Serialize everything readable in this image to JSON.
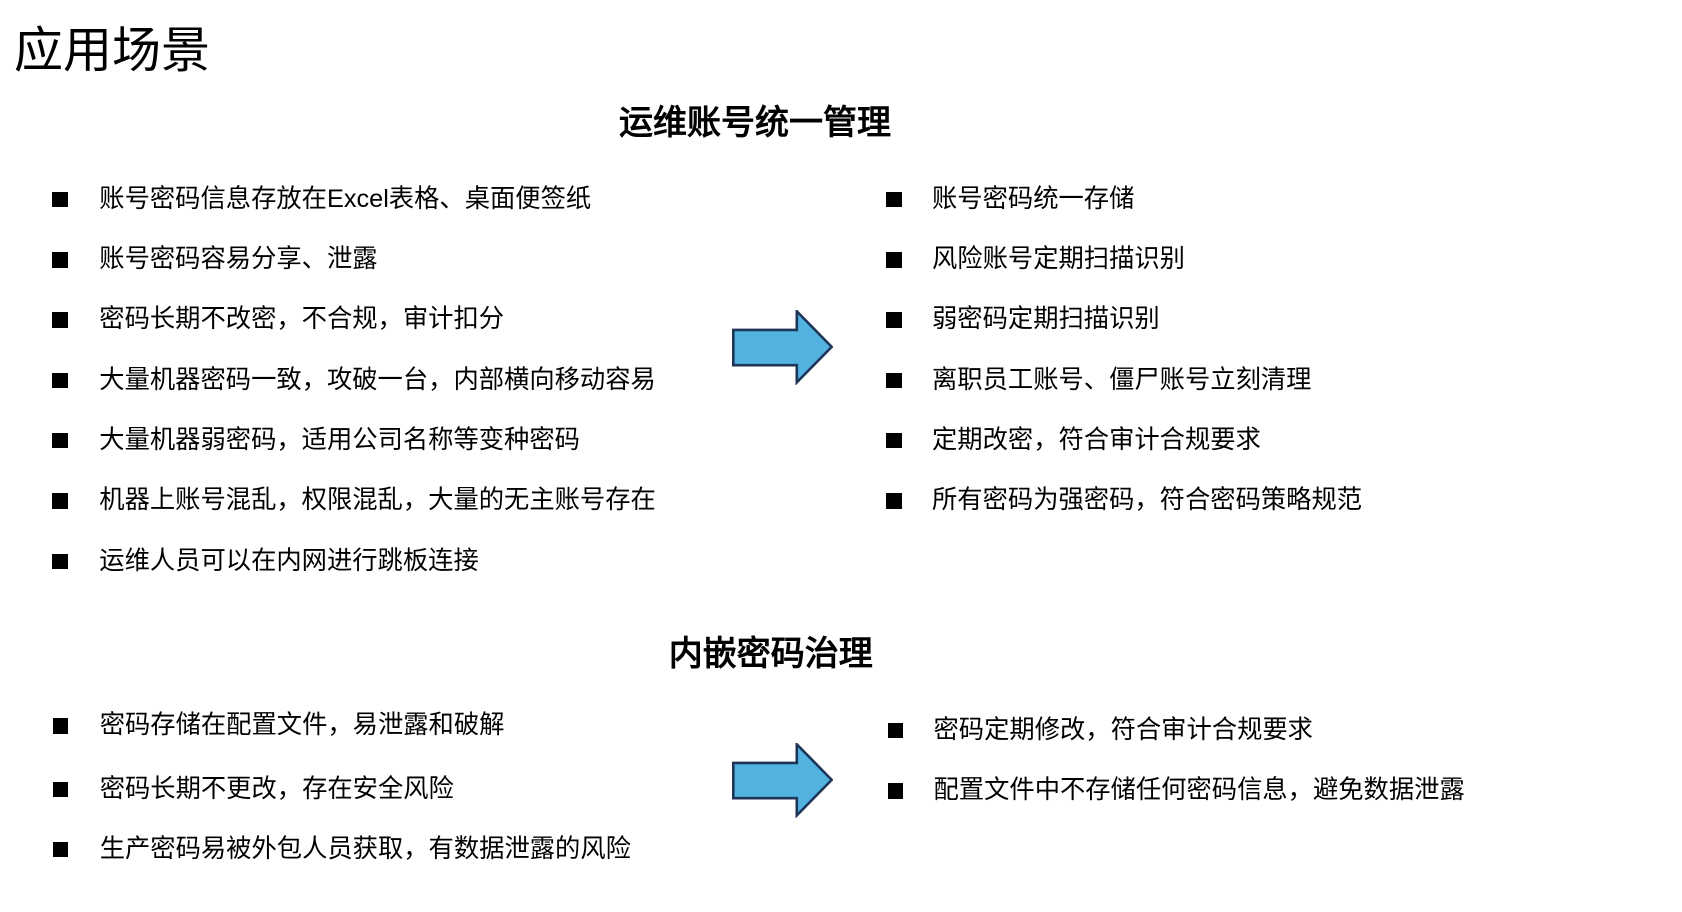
{
  "page": {
    "title": "应用场景"
  },
  "colors": {
    "text": "#000000",
    "background": "#FFFFFF",
    "arrow_fill": "#52B3E1",
    "arrow_border": "#1E3557"
  },
  "sections": [
    {
      "heading": "运维账号统一管理",
      "left_items": [
        "账号密码信息存放在Excel表格、桌面便签纸",
        "账号密码容易分享、泄露",
        "密码长期不改密，不合规，审计扣分",
        "大量机器密码一致，攻破一台，内部横向移动容易",
        "大量机器弱密码，适用公司名称等变种密码",
        "机器上账号混乱，权限混乱，大量的无主账号存在",
        "运维人员可以在内网进行跳板连接"
      ],
      "right_items": [
        "账号密码统一存储",
        "风险账号定期扫描识别",
        "弱密码定期扫描识别",
        "离职员工账号、僵尸账号立刻清理",
        "定期改密，符合审计合规要求",
        "所有密码为强密码，符合密码策略规范"
      ]
    },
    {
      "heading": "内嵌密码治理",
      "left_items": [
        "密码存储在配置文件，易泄露和破解",
        "密码长期不更改，存在安全风险",
        "生产密码易被外包人员获取，有数据泄露的风险"
      ],
      "right_items": [
        "密码定期修改，符合审计合规要求",
        "配置文件中不存储任何密码信息，避免数据泄露"
      ]
    }
  ]
}
